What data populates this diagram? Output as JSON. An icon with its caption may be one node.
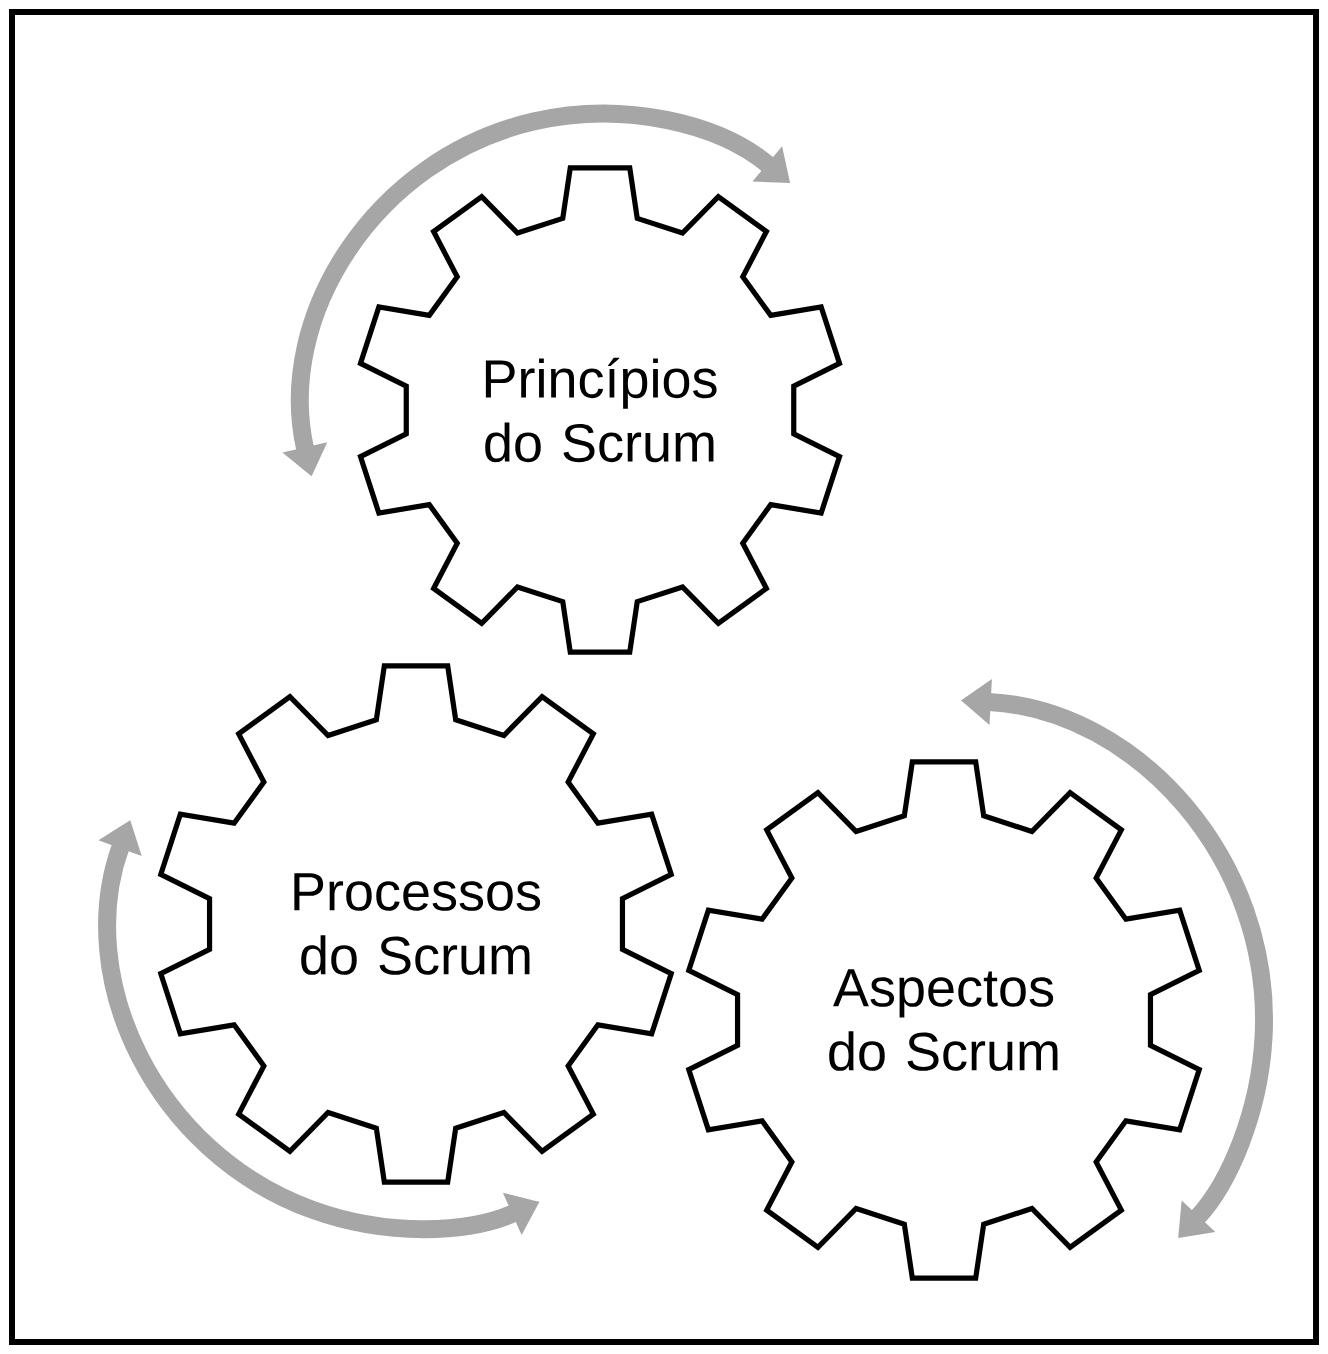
{
  "diagram": {
    "nodes": [
      {
        "text": [
          "Princípios do Scrum"
        ]
      },
      {
        "text": [
          "Processos do Scrum"
        ]
      },
      {
        "text": [
          "Aspectos do Scrum"
        ]
      }
    ]
  }
}
